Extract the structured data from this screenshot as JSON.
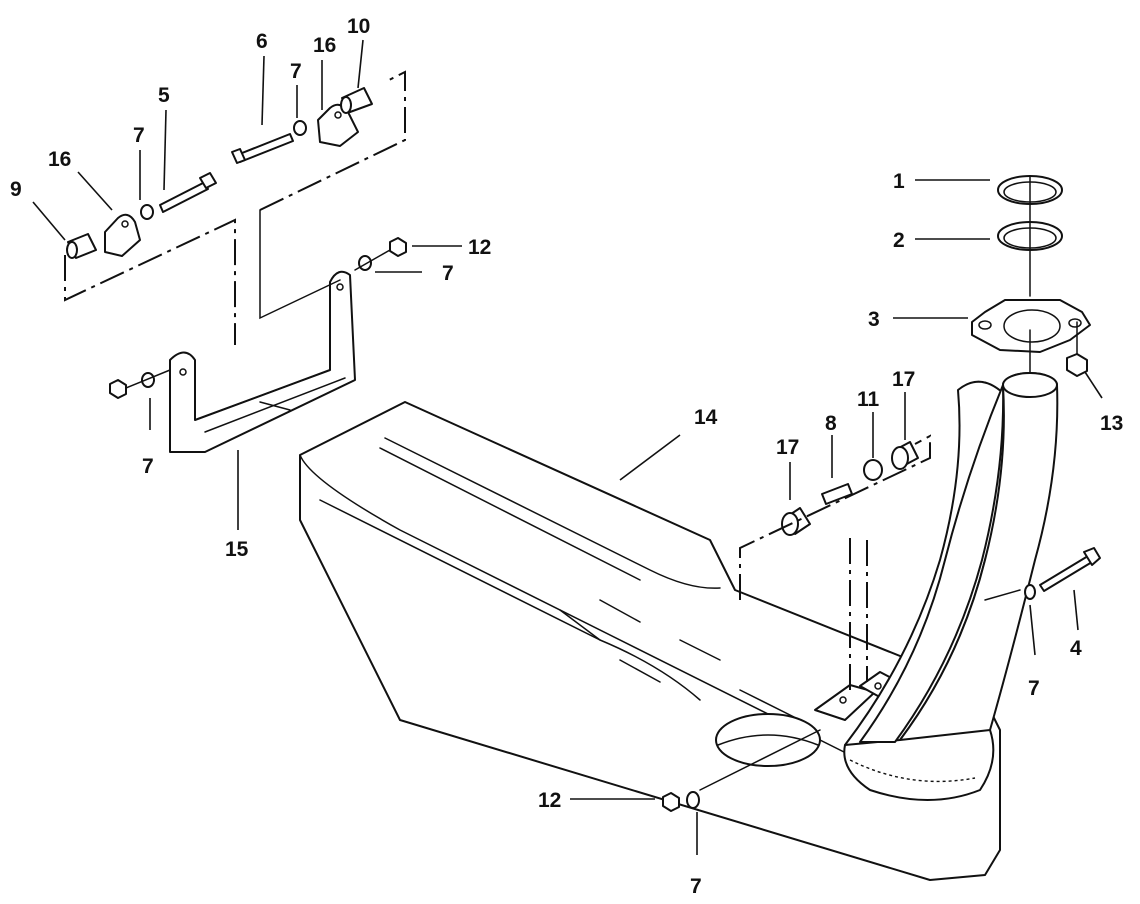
{
  "diagram": {
    "type": "exploded-parts-diagram",
    "callouts": {
      "c1": "1",
      "c2": "2",
      "c3": "3",
      "c4": "4",
      "c5": "5",
      "c6": "6",
      "c7a": "7",
      "c7b": "7",
      "c7c": "7",
      "c7d": "7",
      "c7e": "7",
      "c7f": "7",
      "c8": "8",
      "c9": "9",
      "c10": "10",
      "c11": "11",
      "c12a": "12",
      "c12b": "12",
      "c13": "13",
      "c14": "14",
      "c15": "15",
      "c16a": "16",
      "c16b": "16",
      "c17a": "17",
      "c17b": "17"
    },
    "colors": {
      "line": "#111111",
      "fill": "#ffffff"
    }
  }
}
